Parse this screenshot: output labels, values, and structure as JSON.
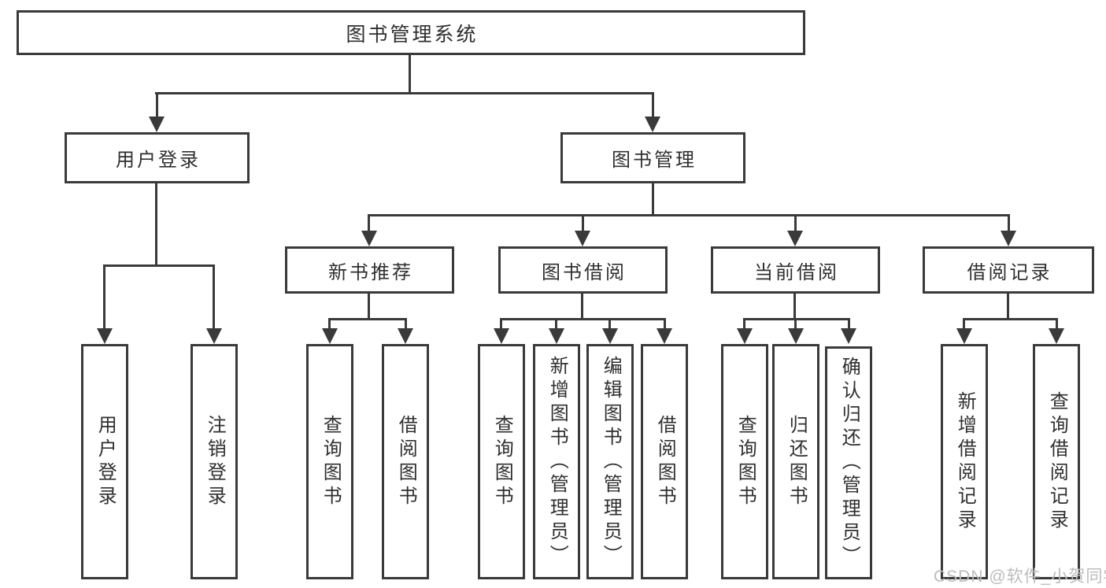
{
  "diagram": {
    "root": "图书管理系统",
    "level2": {
      "user_login": "用户登录",
      "book_management": "图书管理"
    },
    "level3": {
      "new_book_recommend": "新书推荐",
      "book_borrow": "图书借阅",
      "current_borrow": "当前借阅",
      "borrow_record": "借阅记录"
    },
    "level4": {
      "user_login": "用户登录",
      "logout": "注销登录",
      "recommend_query_book": "查询图书",
      "recommend_borrow_book": "借阅图书",
      "borrow_query_book": "查询图书",
      "borrow_add_book": "新增图书（管理员）",
      "borrow_edit_book": "编辑图书（管理员）",
      "borrow_borrow_book": "借阅图书",
      "current_query_book": "查询图书",
      "current_return_book": "归还图书",
      "current_confirm_return": "确认归还（管理员）",
      "record_add_record": "新增借阅记录",
      "record_query_record": "查询借阅记录"
    },
    "watermark": "CSDN @软件_小贺同学",
    "colors": {
      "line": "#3a3a3a",
      "text": "#2f2f2f",
      "watermark": "#bcbcbc",
      "background": "#ffffff"
    }
  }
}
